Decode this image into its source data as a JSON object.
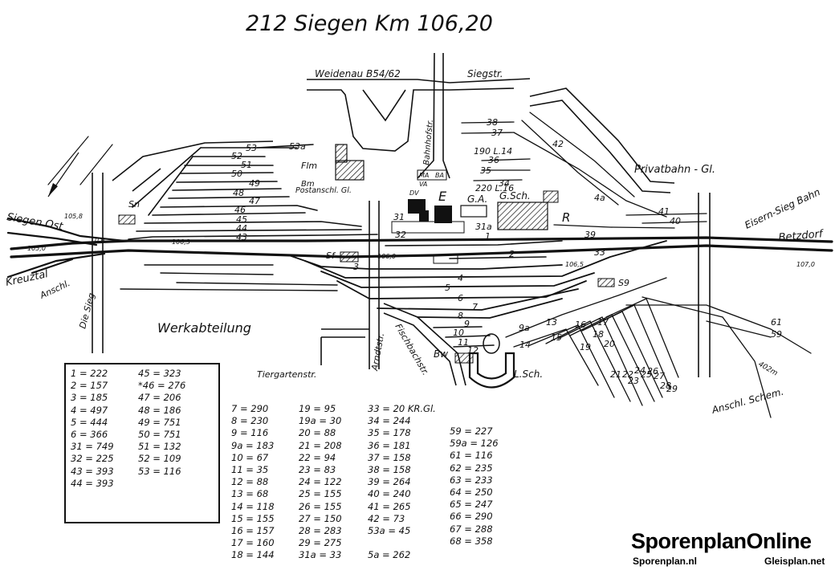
{
  "title": "212 Siegen Km 106,20",
  "places": {
    "siegen_ost": "Siegen Ost",
    "kreuztal": "Kreuztal",
    "betzdorf": "Betzdorf",
    "eisern_siegen_bahn": "Eisern-Sieg Bahn",
    "privatbahn": "Privatbahn - Gl.",
    "werkabteilung": "Werkabteilung",
    "die_sieg": "Die Sieg",
    "anschl": "Anschl.",
    "anschl_schem": "Anschl. Schem.",
    "postanschl": "Postanschl. Gl.",
    "flm": "Flm",
    "bm": "Bm"
  },
  "streets": {
    "weidenau": "Weidenau B54/62",
    "siegstr": "Siegstr.",
    "bahnhofstr": "Bahnhofstr.",
    "tiergartenstr": "Tiergartenstr.",
    "arndtstr": "Arndtstr.",
    "fischbachstr": "Fischbachstr."
  },
  "buildings": {
    "e": "E",
    "ga": "G.A.",
    "gsch": "G.Sch.",
    "r": "R",
    "dv": "DV",
    "ma": "MA",
    "ba": "BA",
    "va": "VA",
    "bw": "Bw",
    "lsch": "L.Sch.",
    "sn": "Sn",
    "sf": "Sf",
    "s9": "S9"
  },
  "track_labels": {
    "t190": "190 L.14",
    "t220": "220 L.16",
    "km0": "0,0",
    "km1050": "105,0",
    "km1060": "106,0",
    "km1070": "107,0",
    "km1065": "106,5",
    "km1063": "106,3",
    "km1058": "105,8",
    "t402": "402m"
  },
  "lengths_box": [
    [
      "1 = 222",
      "45 = 323"
    ],
    [
      "2 = 157",
      "*46 = 276"
    ],
    [
      "3 = 185",
      "47 = 206"
    ],
    [
      "4 = 497",
      "48 = 186"
    ],
    [
      "5 = 444",
      "49 = 751"
    ],
    [
      "6 = 366",
      "50 = 751"
    ],
    [
      "31 = 749",
      "51 = 132"
    ],
    [
      "32 = 225",
      "52 = 109"
    ],
    [
      "43 = 393",
      "53 = 116"
    ],
    [
      "44 = 393",
      ""
    ]
  ],
  "lengths_col1": [
    "7 = 290",
    "8 = 230",
    "9 = 116",
    "9a = 183",
    "10 = 67",
    "11 = 35",
    "12 = 88",
    "13 = 68",
    "14 = 118",
    "15 = 155",
    "16 = 157",
    "17 = 160",
    "18 = 144"
  ],
  "lengths_col2": [
    "19 = 95",
    "19a = 30",
    "20 = 88",
    "21 = 208",
    "22 = 94",
    "23 = 83",
    "24 = 122",
    "25 = 155",
    "26 = 155",
    "27 = 150",
    "28 = 283",
    "29 = 275",
    "31a = 33"
  ],
  "lengths_col3": [
    "33 = 20 KR.Gl.",
    "34 = 244",
    "35 = 178",
    "36 = 181",
    "37 = 158",
    "38 = 158",
    "39 = 264",
    "40 = 240",
    "41 = 265",
    "42 = 73",
    "53a = 45",
    "",
    "5a = 262"
  ],
  "lengths_col4": [
    "59 = 227",
    "59a = 126",
    "61 = 116",
    "62 = 235",
    "63 = 233",
    "64 = 250",
    "65 = 247",
    "66 = 290",
    "67 = 288",
    "68 = 358"
  ],
  "logo": {
    "name": "SporenplanOnline",
    "url_nl": "Sporenplan.nl",
    "url_net": "Gleisplan.net"
  }
}
